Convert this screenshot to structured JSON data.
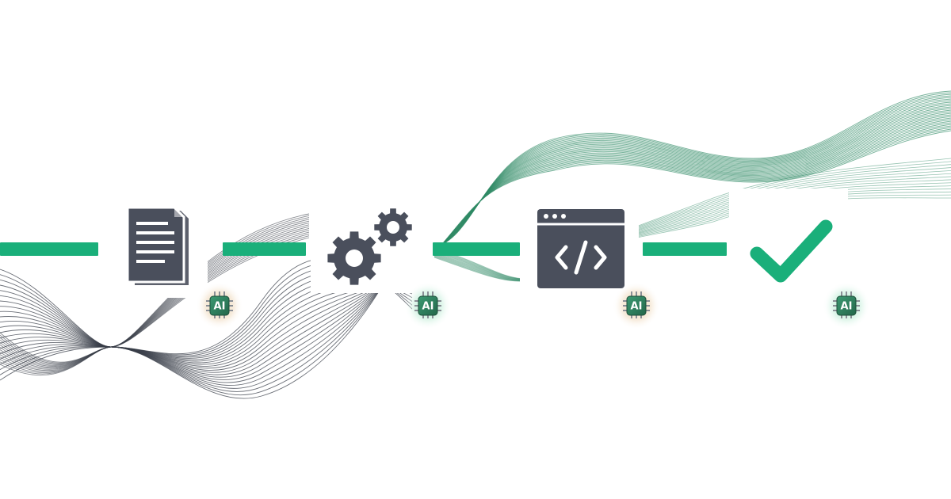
{
  "colors": {
    "accent": "#1aaf7a",
    "icon": "#4a4f5c",
    "wave_dark": "#3a3f4a",
    "wave_green": "#2f8a66",
    "chip_body": "#2f7d5c",
    "chip_glow_warm": "#e9c9a0",
    "chip_glow_green": "#7fd6b0",
    "chip_text": "#ffffff"
  },
  "pipeline": {
    "steps": [
      {
        "icon": "document-icon",
        "chip_label": "AI",
        "chip_glow": "warm"
      },
      {
        "icon": "gears-icon",
        "chip_label": "AI",
        "chip_glow": "green"
      },
      {
        "icon": "code-window-icon",
        "chip_label": "AI",
        "chip_glow": "warm"
      },
      {
        "icon": "checkmark-icon",
        "chip_label": "AI",
        "chip_glow": "green"
      }
    ]
  }
}
